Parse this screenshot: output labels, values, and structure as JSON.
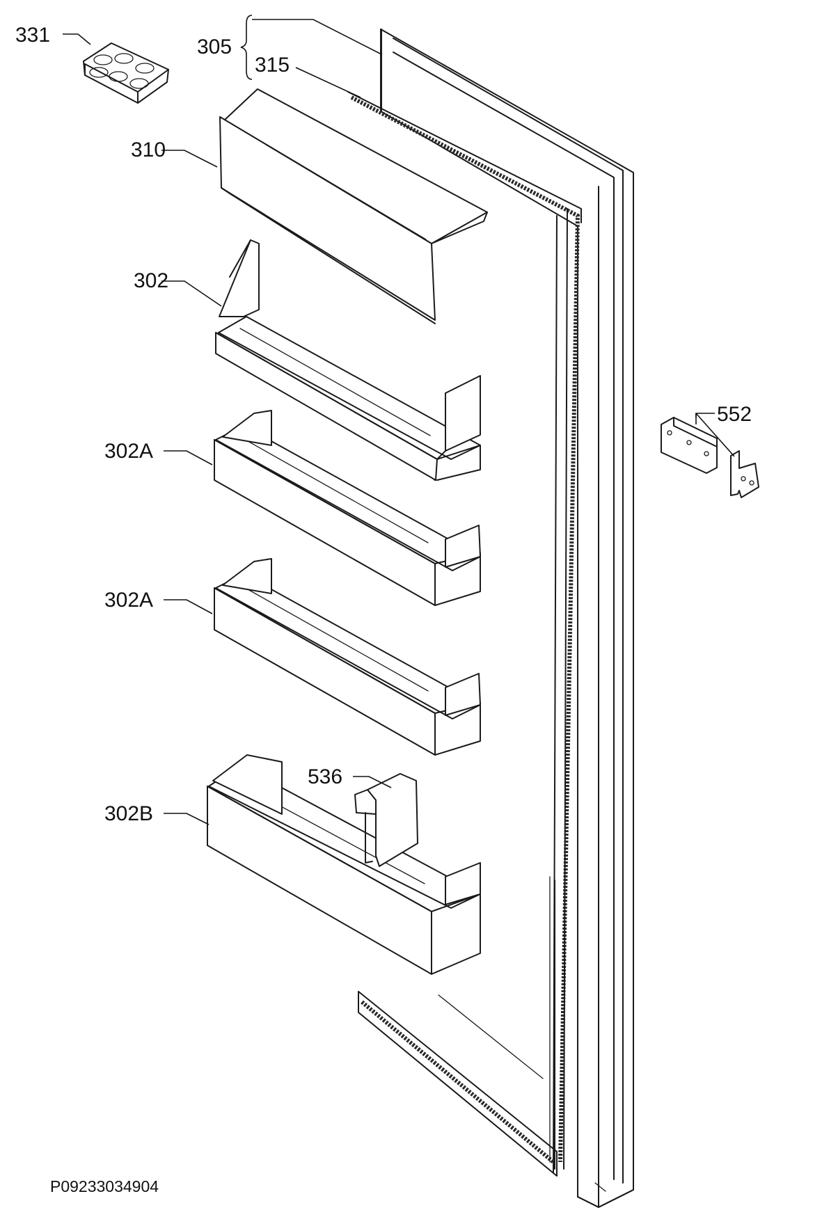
{
  "diagram": {
    "callouts": {
      "c331": "331",
      "c305": "305",
      "c315": "315",
      "c310": "310",
      "c302": "302",
      "c302a_1": "302A",
      "c302a_2": "302A",
      "c302b": "302B",
      "c536": "536",
      "c552": "552"
    },
    "drawing_code": "P09233034904"
  }
}
